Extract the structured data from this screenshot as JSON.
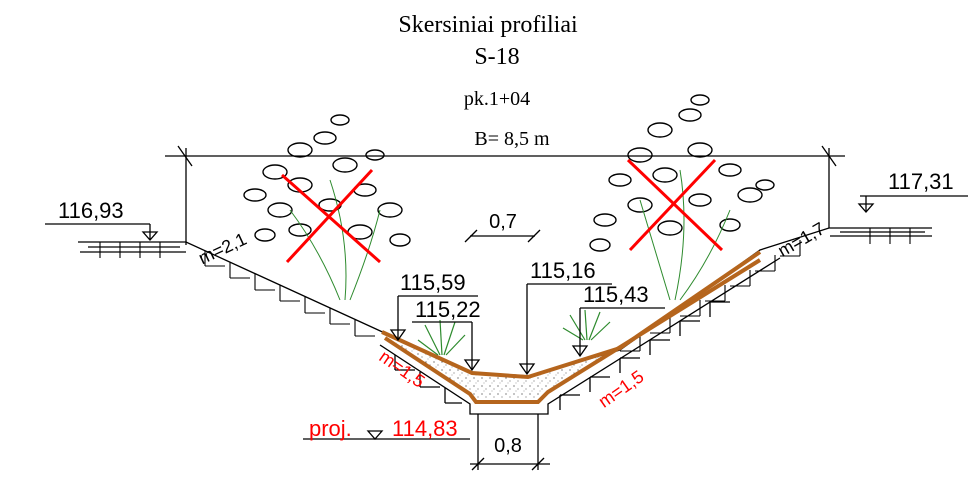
{
  "title": {
    "line1": "Skersiniai profiliai",
    "line2": "S-18",
    "station": "pk.1+04",
    "width": "B= 8,5 m"
  },
  "elevations": {
    "left_bank": "116,93",
    "right_bank": "117,31",
    "left_slope_point": "115,59",
    "left_bottom_point": "115,22",
    "center_bottom": "115,16",
    "right_slope_point": "115,43",
    "project_label": "proj.",
    "project_value": "114,83"
  },
  "slopes": {
    "left_existing": "m=2,1",
    "right_existing": "m=1,7",
    "left_project": "m=1,5",
    "right_project": "m=1,5"
  },
  "dimensions": {
    "center_width": "0,7",
    "bottom_width": "0,8"
  },
  "colors": {
    "line": "#000000",
    "project": "#ff0000",
    "clay": "#b5651d",
    "tree": "#000000",
    "grass": "#2e8b2e"
  },
  "icons": [
    "tree-removal-icon",
    "tree-removal-icon",
    "grass-icon",
    "grass-icon",
    "elevation-marker-icon"
  ]
}
